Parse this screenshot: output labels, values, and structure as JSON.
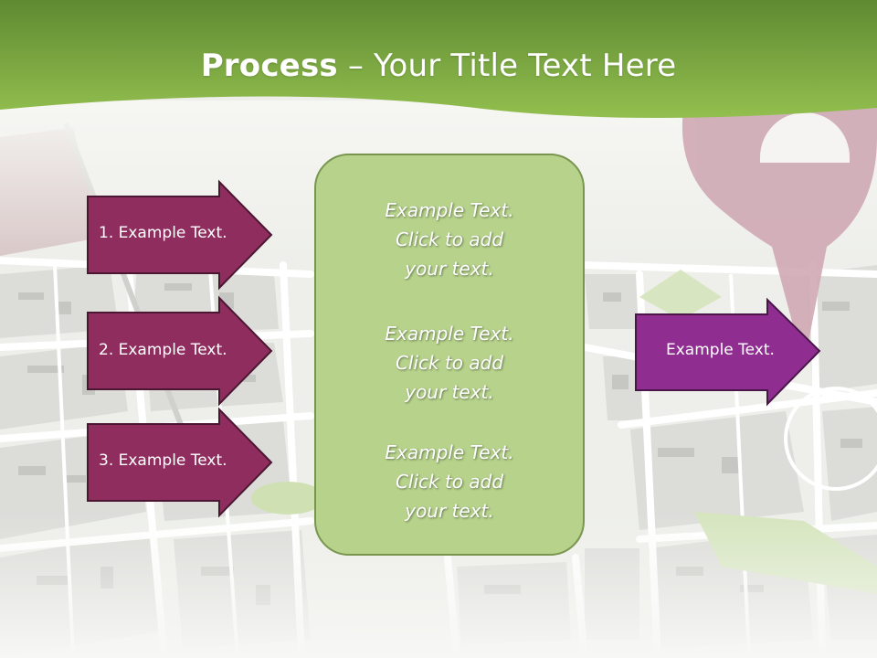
{
  "slide": {
    "title_bold": "Process",
    "title_rest": " – Your Title Text Here"
  },
  "left_arrows": [
    {
      "label": "1. Example Text."
    },
    {
      "label": "2. Example Text."
    },
    {
      "label": "3. Example Text."
    }
  ],
  "center_box": {
    "paragraphs": [
      "Example Text.\nClick  to add\nyour text.",
      "Example Text.\nClick  to add\nyour text.",
      "Example Text.\nClick  to add\nyour text."
    ]
  },
  "right_arrow": {
    "label": "Example Text."
  },
  "colors": {
    "header_green": "#7aa83b",
    "left_arrow_fill": "#902d5f",
    "right_arrow_fill": "#8f2e90",
    "center_box_fill": "#b6d28b",
    "pin_color": "#c9a3ad"
  }
}
